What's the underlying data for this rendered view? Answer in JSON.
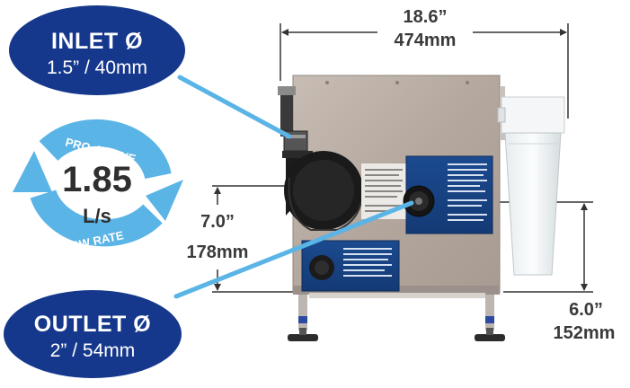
{
  "inlet": {
    "title": "INLET Ø",
    "size": "1.5” / 40mm"
  },
  "outlet": {
    "title": "OUTLET Ø",
    "size": "2” / 54mm"
  },
  "flow": {
    "value": "1.85",
    "unit": "L/s",
    "arc_top": "PRO-ACTIVE",
    "arc_bottom": "FLOW RATE"
  },
  "dims": {
    "width_in": "18.6”",
    "width_mm": "474mm",
    "inlet_h_in": "7.0”",
    "inlet_h_mm": "178mm",
    "outlet_h_in": "6.0”",
    "outlet_h_mm": "152mm"
  },
  "colors": {
    "bubble": "#16388c",
    "arrow": "#5ab4e6",
    "arrow_dark": "#2d8fd0",
    "steel": "#b9aea5"
  }
}
